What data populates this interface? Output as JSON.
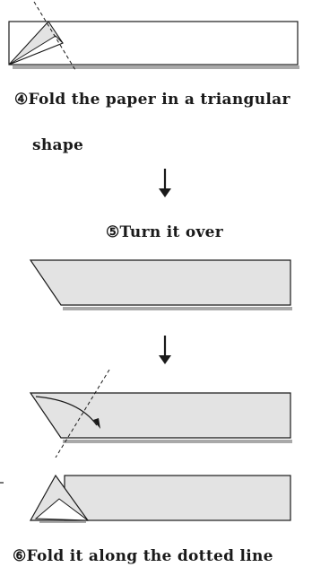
{
  "steps": {
    "fold_triangle_line1": "④Fold the paper in a triangular",
    "fold_triangle_line2": "shape",
    "turn_over": "⑤Turn it over",
    "fold_dotted": "⑥Fold it along the dotted line"
  },
  "colors": {
    "paper_fill": "#e3e3e3",
    "paper_white": "#ffffff",
    "stroke": "#1a1a1a"
  }
}
